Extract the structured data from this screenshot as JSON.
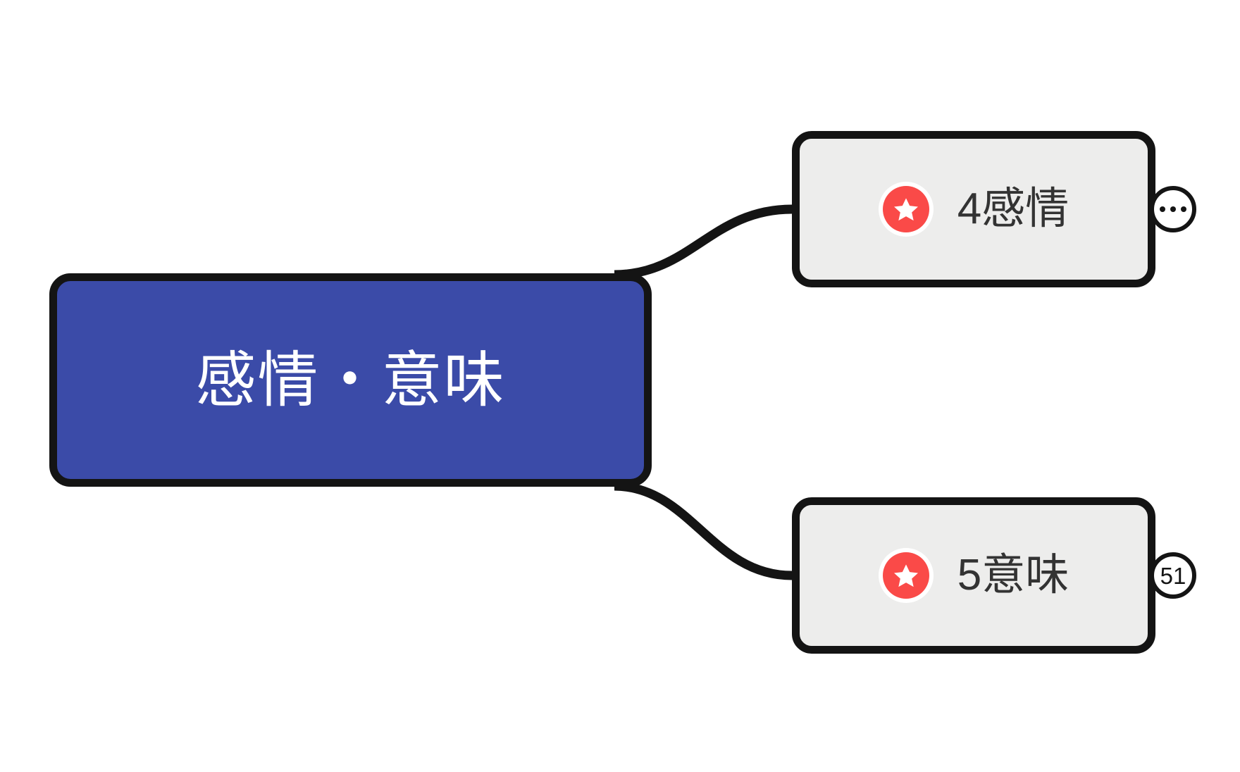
{
  "diagram": {
    "type": "mind-map",
    "background_color": "#FFFFFF",
    "root": {
      "label": "感情・意味",
      "fill_color": "#3B4BA8",
      "text_color": "#FFFFFF",
      "stroke_color": "#141414"
    },
    "children": [
      {
        "id": "child-1",
        "label": "4感情",
        "icon": "star-badge-icon",
        "icon_color": "#FA4A48",
        "fill_color": "#EDEDEC",
        "text_color": "#333333",
        "stroke_color": "#141414",
        "handle": {
          "kind": "more-options",
          "icon": "ellipsis-icon",
          "label": ""
        }
      },
      {
        "id": "child-2",
        "label": "5意味",
        "icon": "star-badge-icon",
        "icon_color": "#FA4A48",
        "fill_color": "#EDEDEC",
        "text_color": "#333333",
        "stroke_color": "#141414",
        "handle": {
          "kind": "collapsed-count",
          "icon": "",
          "label": "51"
        }
      }
    ]
  }
}
